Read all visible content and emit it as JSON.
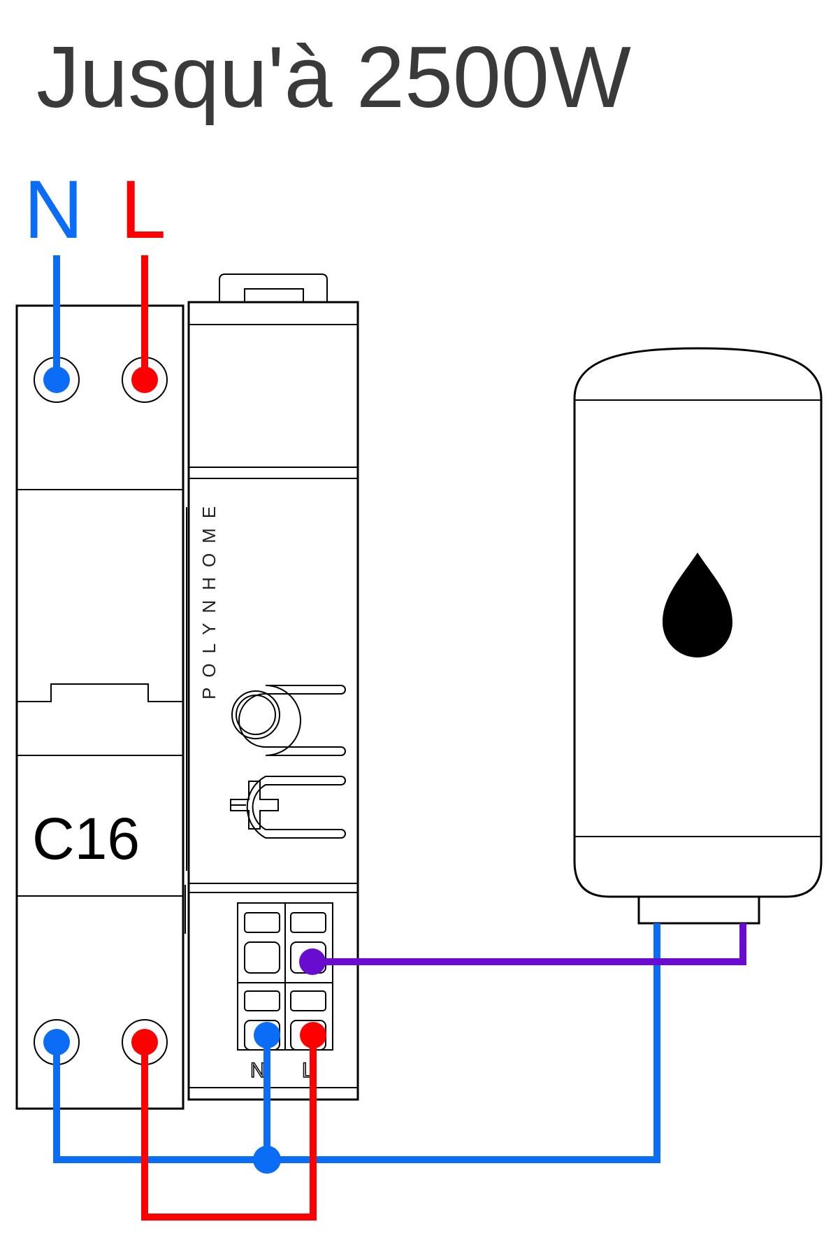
{
  "title": "Jusqu'à 2500W",
  "supply": {
    "neutral_label": "N",
    "live_label": "L",
    "neutral_color": "#0b6cf5",
    "live_color": "#ff0000"
  },
  "breaker": {
    "rating": "C16"
  },
  "module": {
    "brand": "POLYNHOME",
    "terminal_n": "N",
    "terminal_l": "L"
  },
  "colors": {
    "neutral": "#0b6cf5",
    "live": "#ff0000",
    "switched_output": "#6a0bd0",
    "outline": "#000000"
  },
  "heater": {
    "icon": "water-drop-icon"
  }
}
